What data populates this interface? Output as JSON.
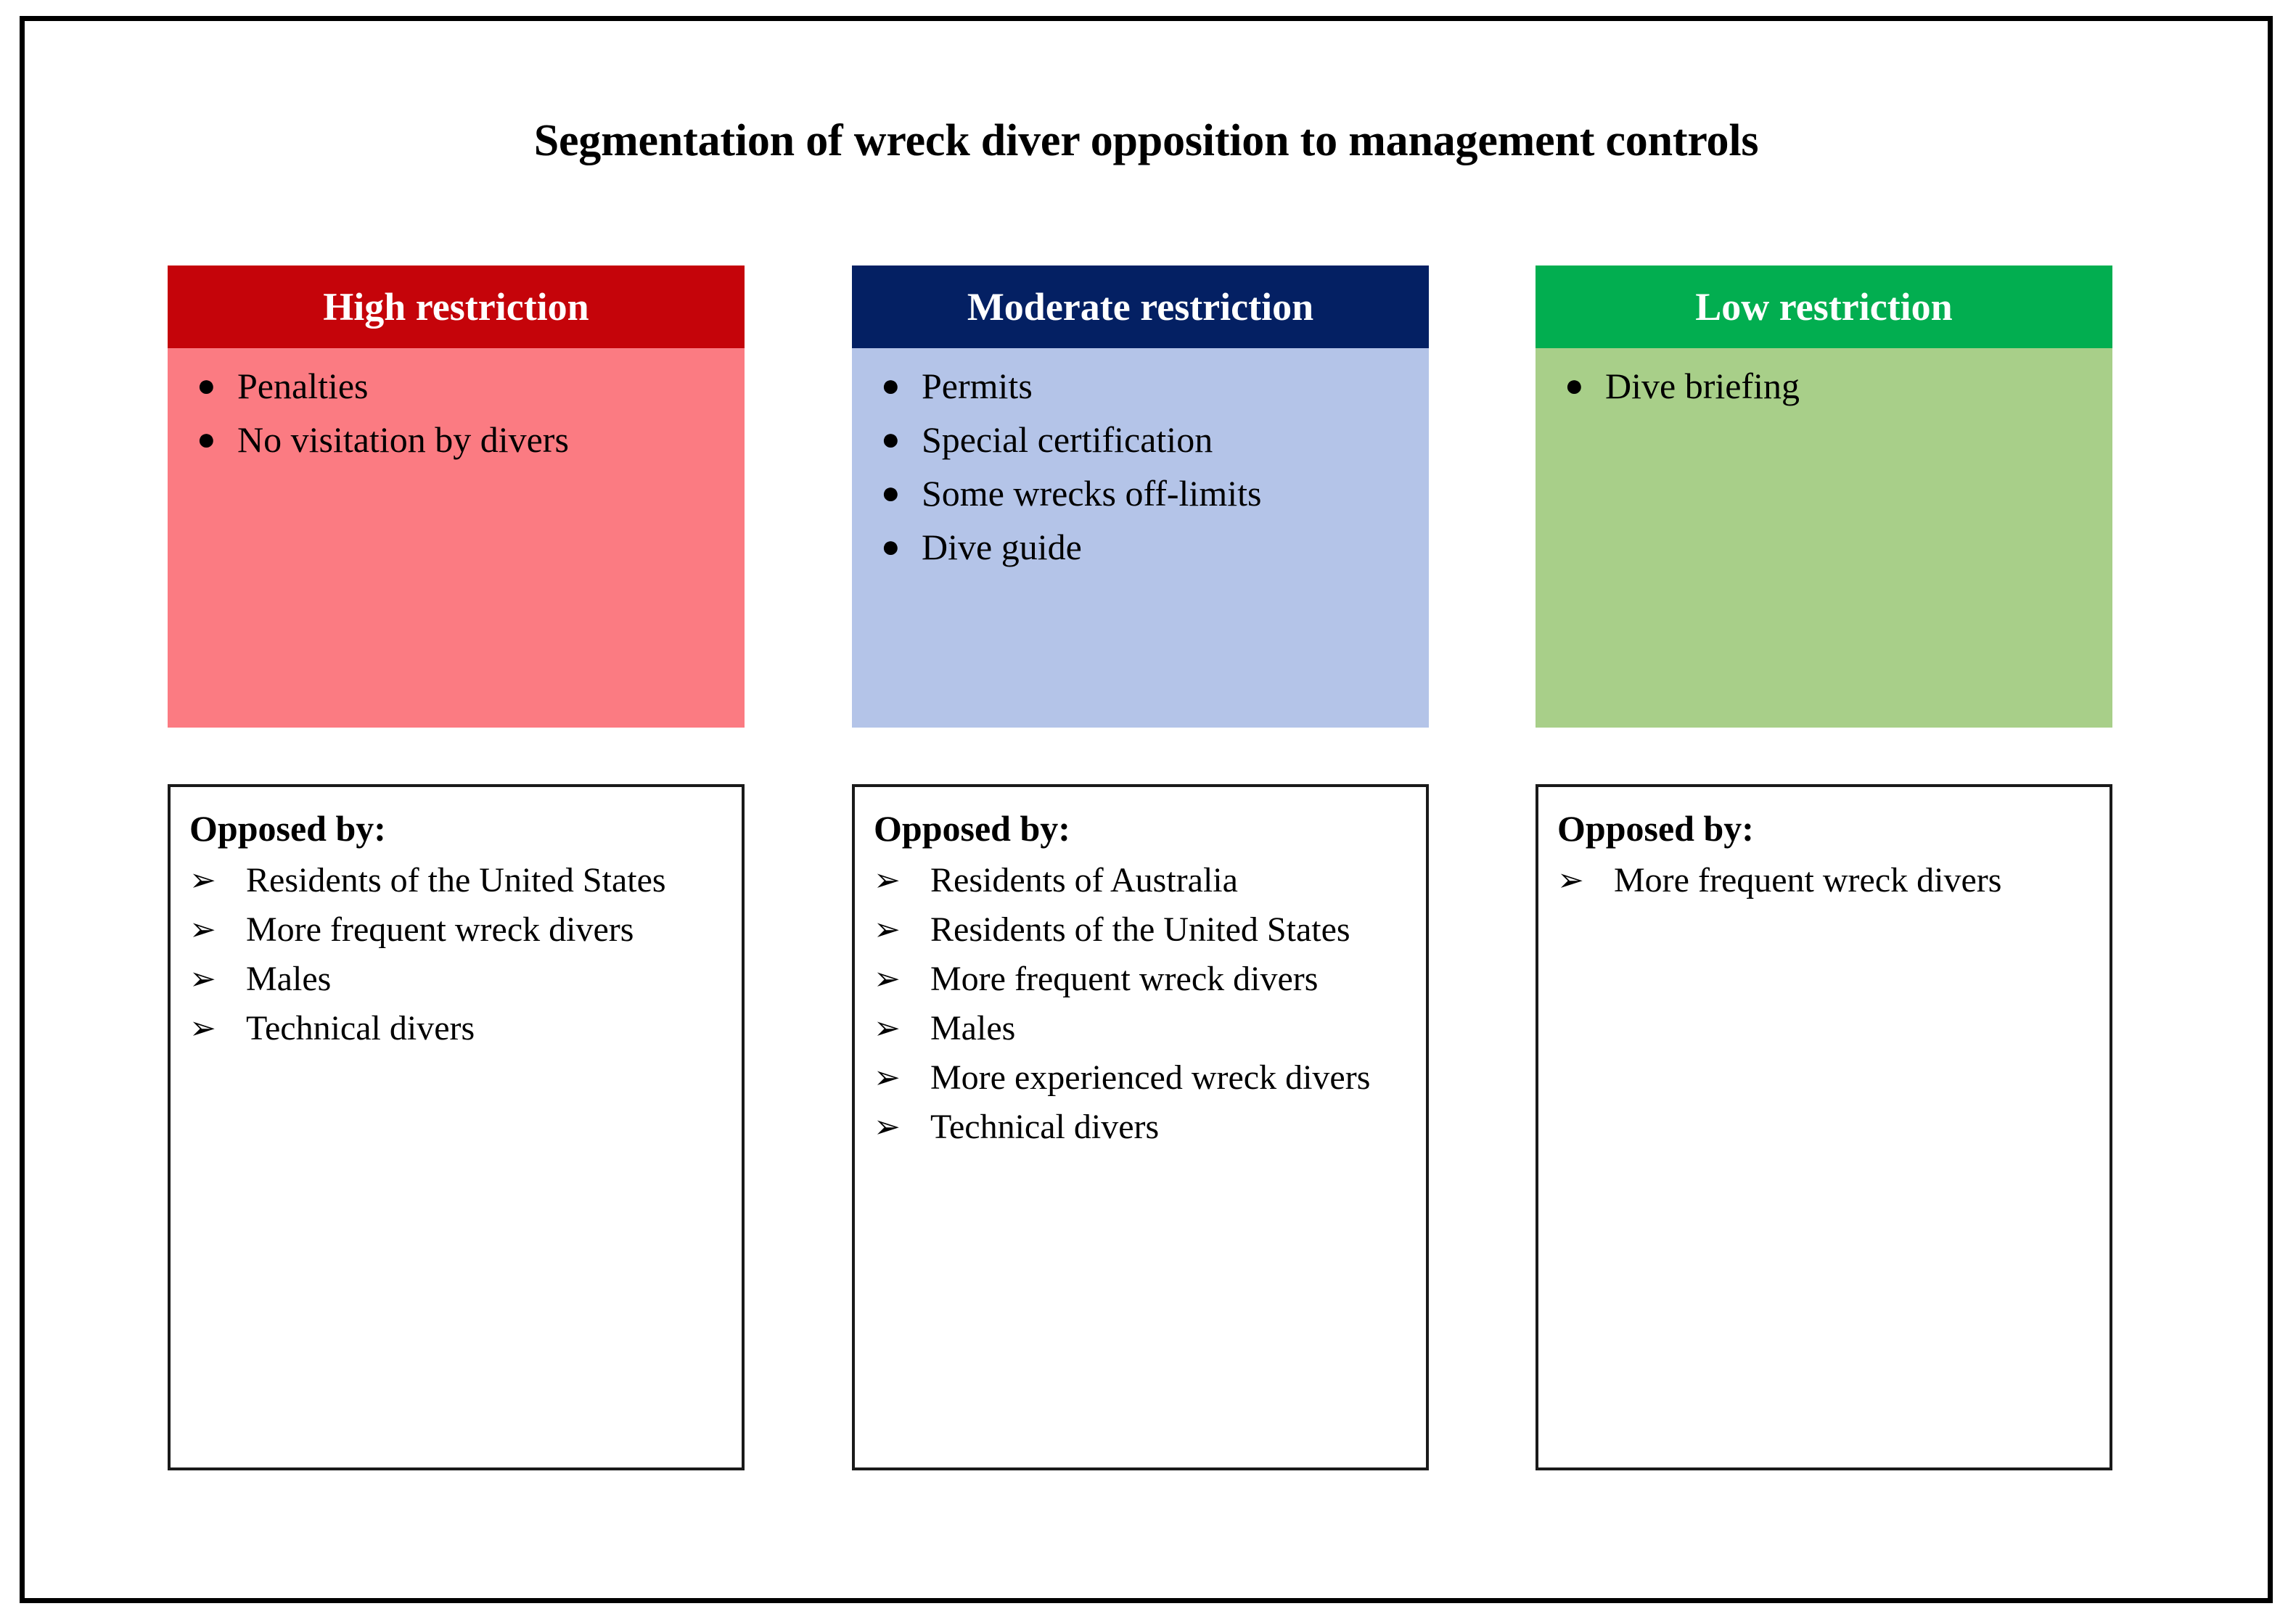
{
  "figure": {
    "title": "Segmentation of wreck diver opposition to management controls",
    "bullet_glyph": "●",
    "arrow_glyph": "➢",
    "outer_border_color": "#000000",
    "background_color": "#ffffff"
  },
  "columns": [
    {
      "id": "high",
      "header_label": "High restriction",
      "header_color": "#C5040A",
      "body_color": "#FB7B82",
      "header_text_color": "#FFFFFF",
      "controls": [
        "Penalties",
        "No visitation by divers"
      ],
      "opposed": {
        "heading": "Opposed by:",
        "items": [
          "Residents of the United States",
          "More frequent wreck divers",
          "Males",
          "Technical divers"
        ]
      }
    },
    {
      "id": "moderate",
      "header_label": "Moderate restriction",
      "header_color": "#042063",
      "body_color": "#B4C4E8",
      "header_text_color": "#FFFFFF",
      "controls": [
        "Permits",
        "Special certification",
        "Some wrecks off-limits",
        "Dive guide"
      ],
      "opposed": {
        "heading": "Opposed by:",
        "items": [
          "Residents of Australia",
          "Residents of the United States",
          "More frequent wreck divers",
          "Males",
          "More experienced wreck divers",
          "Technical divers"
        ]
      }
    },
    {
      "id": "low",
      "header_label": "Low restriction",
      "header_color": "#02AE50",
      "body_color": "#A8CF89",
      "header_text_color": "#FFFFFF",
      "controls": [
        "Dive briefing"
      ],
      "opposed": {
        "heading": "Opposed by:",
        "items": [
          "More frequent wreck divers"
        ]
      }
    }
  ]
}
